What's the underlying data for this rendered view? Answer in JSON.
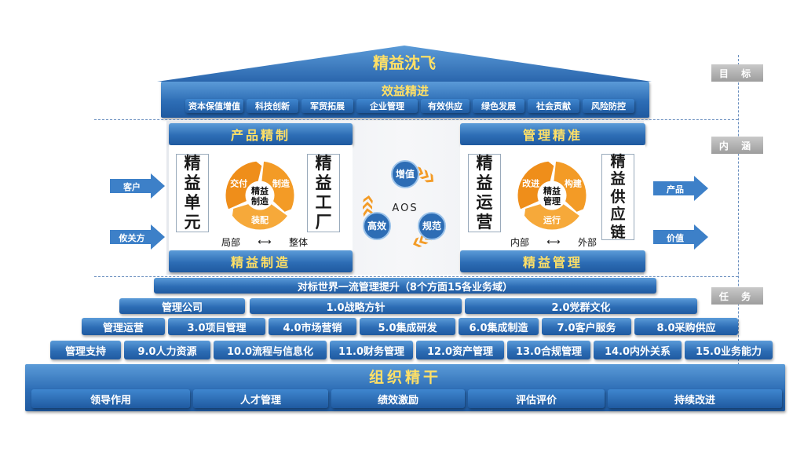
{
  "roof": {
    "title": "精益沈飞",
    "subtitle": "效益精进",
    "items": [
      "资本保值增值",
      "科技创新",
      "军贸拓展",
      "企业管理",
      "有效供应",
      "绿色发展",
      "社会贡献",
      "风险防控"
    ]
  },
  "tags": {
    "goal": "目 标",
    "connotation": "内 涵",
    "task": "任 务"
  },
  "left_inputs": [
    "客户",
    "攸关方"
  ],
  "right_outputs": [
    "产品",
    "价值"
  ],
  "left_pillar": {
    "top": "产品精制",
    "bottom": "精益制造",
    "col1": [
      "精",
      "益",
      "单",
      "元"
    ],
    "col2": [
      "精",
      "益",
      "工",
      "厂"
    ],
    "cycle_center": "精益\n制造",
    "cycle_labels": [
      "制造",
      "装配",
      "交付"
    ],
    "scale_left": "局部",
    "scale_right": "整体"
  },
  "right_pillar": {
    "top": "管理精准",
    "bottom": "精益管理",
    "col1": [
      "精",
      "益",
      "运",
      "营"
    ],
    "col2": [
      "精",
      "益",
      "供",
      "应",
      "链"
    ],
    "cycle_center": "精益\n管理",
    "cycle_labels": [
      "构建",
      "运行",
      "改进"
    ],
    "scale_left": "内部",
    "scale_right": "外部"
  },
  "aos": {
    "center": "AOS",
    "nodes": [
      "增值",
      "规范",
      "高效"
    ]
  },
  "tiers": {
    "banner": "对标世界一流管理提升（8个方面15各业务域）",
    "row1": [
      "管理公司",
      "1.0战略方针",
      "2.0党群文化"
    ],
    "row2": [
      "管理运营",
      "3.0项目管理",
      "4.0市场营销",
      "5.0集成研发",
      "6.0集成制造",
      "7.0客户服务",
      "8.0采购供应"
    ],
    "row3": [
      "管理支持",
      "9.0人力资源",
      "10.0流程与信息化",
      "11.0财务管理",
      "12.0资产管理",
      "13.0合规管理",
      "14.0内外关系",
      "15.0业务能力"
    ]
  },
  "foundation": {
    "title": "组织精干",
    "items": [
      "领导作用",
      "人才管理",
      "绩效激励",
      "评估评价",
      "持续改进"
    ]
  },
  "colors": {
    "primary": "#2d6db5",
    "accent": "#ffe066",
    "orange": "#f0901e",
    "tag_gray": "#a8a8a8"
  }
}
